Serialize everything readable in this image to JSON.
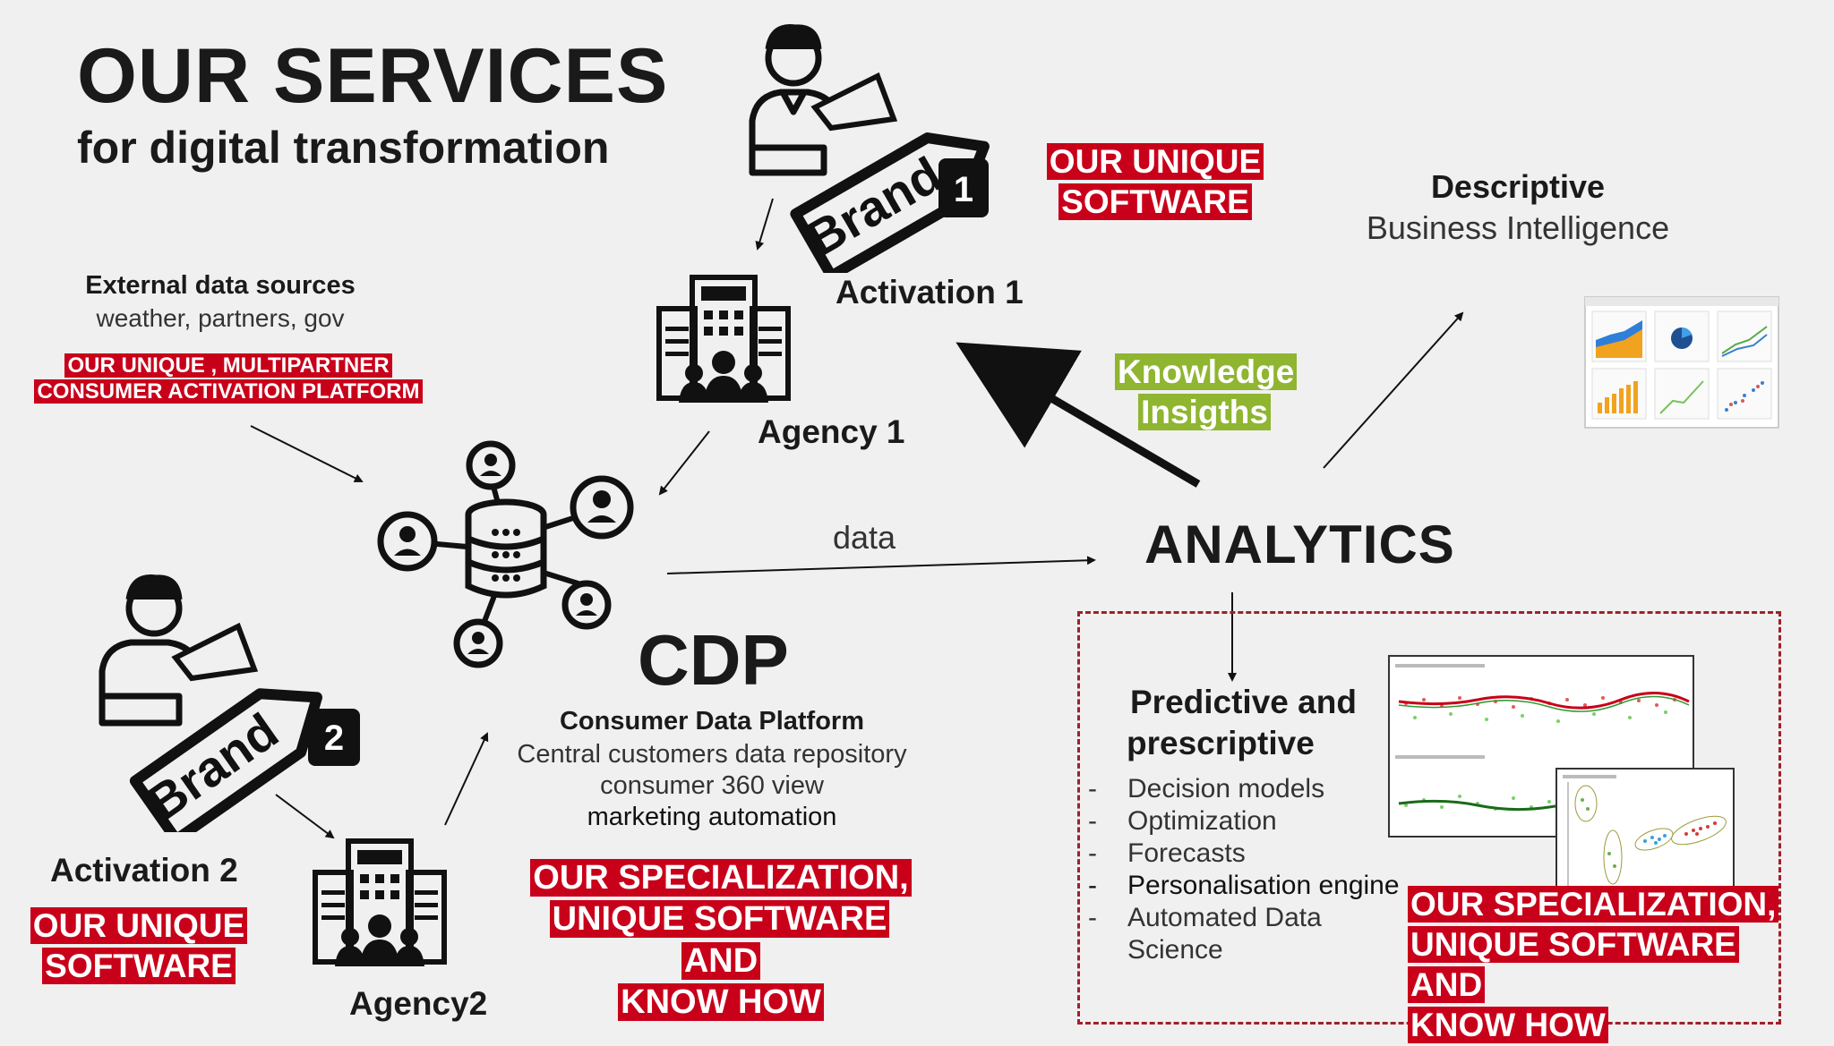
{
  "header": {
    "title": "OUR SERVICES",
    "subtitle": "for digital transformation"
  },
  "external": {
    "heading": "External data sources",
    "sub": "weather, partners, gov",
    "badge_lines": [
      "OUR UNIQUE , MULTIPARTNER",
      "CONSUMER ACTIVATION PLATFORM"
    ]
  },
  "brand1": {
    "label": "Brand",
    "number": "1",
    "activation": "Activation 1",
    "badge_lines": [
      "OUR UNIQUE",
      "SOFTWARE"
    ]
  },
  "agency1": {
    "label": "Agency 1"
  },
  "brand2": {
    "label": "Brand",
    "number": "2",
    "activation": "Activation 2",
    "badge_lines": [
      "OUR UNIQUE",
      "SOFTWARE"
    ]
  },
  "agency2": {
    "label": "Agency2"
  },
  "cdp": {
    "title": "CDP",
    "heading": "Consumer Data Platform",
    "lines": [
      "Central customers data repository",
      "consumer 360 view"
    ],
    "bold_line": "marketing automation",
    "badge_lines": [
      "OUR SPECIALIZATION,",
      "UNIQUE SOFTWARE AND",
      "KNOW HOW"
    ]
  },
  "flow": {
    "data_label": "data"
  },
  "knowledge": {
    "lines": [
      "Knowledge",
      "Insigths"
    ]
  },
  "analytics": {
    "title": "ANALYTICS"
  },
  "descriptive": {
    "heading": "Descriptive",
    "sub": "Business Intelligence"
  },
  "predictive": {
    "heading_lines": [
      "Predictive and",
      "prescriptive"
    ],
    "bullet": "-",
    "items": [
      "Decision models",
      "Optimization",
      "Forecasts",
      "Personalisation engine",
      "Automated Data",
      "Science"
    ],
    "badge_lines": [
      "OUR SPECIALIZATION,",
      "UNIQUE SOFTWARE AND",
      "KNOW HOW"
    ]
  },
  "colors": {
    "accent_red": "#c8001a",
    "accent_green": "#8fb531",
    "dashed_border": "#a0202a"
  }
}
